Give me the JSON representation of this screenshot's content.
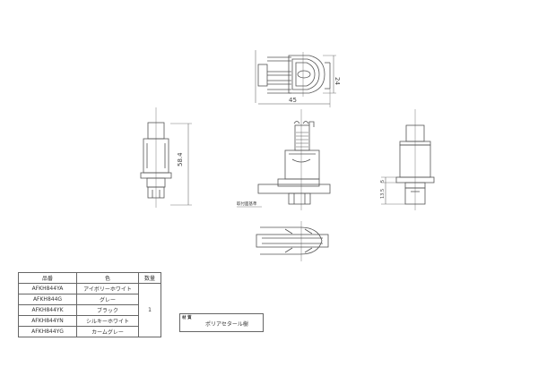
{
  "drawing": {
    "top_view": {
      "width_dim": "45",
      "height_dim": "24"
    },
    "left_view": {
      "height_dim": "58.4"
    },
    "right_view": {
      "dim_upper": "5",
      "dim_lower": "13.5"
    },
    "center_view": {
      "note": "取付面基準"
    }
  },
  "parts_table": {
    "headers": {
      "code": "品番",
      "color": "色",
      "qty": "数量"
    },
    "rows": [
      {
        "code": "AFKH844YA",
        "color": "アイボリーホワイト"
      },
      {
        "code": "AFKH844G",
        "color": "グレー"
      },
      {
        "code": "AFKH844YK",
        "color": "ブラック"
      },
      {
        "code": "AFKH844YN",
        "color": "シルキーホワイト"
      },
      {
        "code": "AFKH844YG",
        "color": "カームグレー"
      }
    ],
    "qty": "1"
  },
  "material": {
    "label": "材 質",
    "value": "ポリアセタール樹"
  }
}
